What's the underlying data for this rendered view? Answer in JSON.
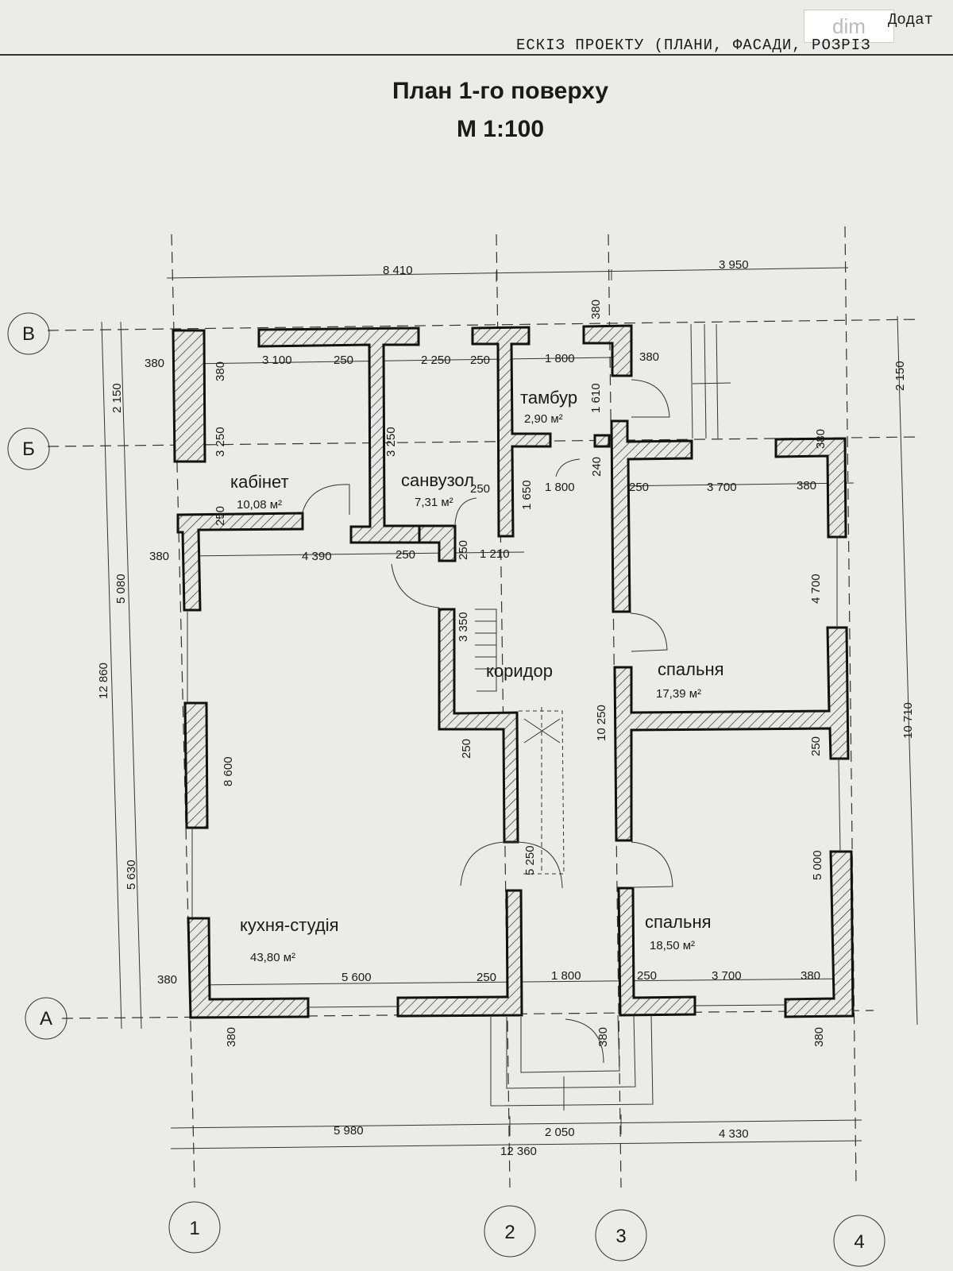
{
  "header": {
    "project_text": "ЕСКІЗ ПРОЕКТУ (ПЛАНИ, ФАСАДИ, РОЗРІЗ",
    "annex_text": "Додат",
    "watermark": "dim"
  },
  "title": {
    "line1": "План 1-го поверху",
    "line2": "М 1:100"
  },
  "rooms": {
    "tambur": {
      "name": "тамбур",
      "area": "2,90 м²"
    },
    "kabinet": {
      "name": "кабінет",
      "area": "10,08 м²"
    },
    "sanvuzol": {
      "name": "санвузол",
      "area": "7,31 м²"
    },
    "korydor": {
      "name": "коридор"
    },
    "spalnia1": {
      "name": "спальня",
      "area": "17,39 м²"
    },
    "spalnia2": {
      "name": "спальня",
      "area": "18,50 м²"
    },
    "kukhnia": {
      "name": "кухня-студія",
      "area": "43,80 м²"
    }
  },
  "axes": {
    "v": [
      "1",
      "2",
      "3",
      "4"
    ],
    "h": [
      "В",
      "Б",
      "А"
    ]
  },
  "dims": {
    "d8410": "8 410",
    "d3950": "3 950",
    "d380": "380",
    "d3100": "3 100",
    "d250": "250",
    "d2250": "2 250",
    "d1800": "1 800",
    "d1610": "1 610",
    "d3250": "3 250",
    "d240": "240",
    "d3700": "3 700",
    "d1650": "1 650",
    "d4390": "4 390",
    "d1210": "1 210",
    "d4700": "4 700",
    "d3350": "3 350",
    "d10250": "10 250",
    "d8600": "8 600",
    "d5250": "5 250",
    "d5000": "5 000",
    "d5600": "5 600",
    "d5980": "5 980",
    "d2050": "2 050",
    "d4330": "4 330",
    "d12360": "12 360",
    "d2150": "2 150",
    "d5080": "5 080",
    "d12860": "12 860",
    "d5630": "5 630",
    "d10710": "10 710"
  }
}
